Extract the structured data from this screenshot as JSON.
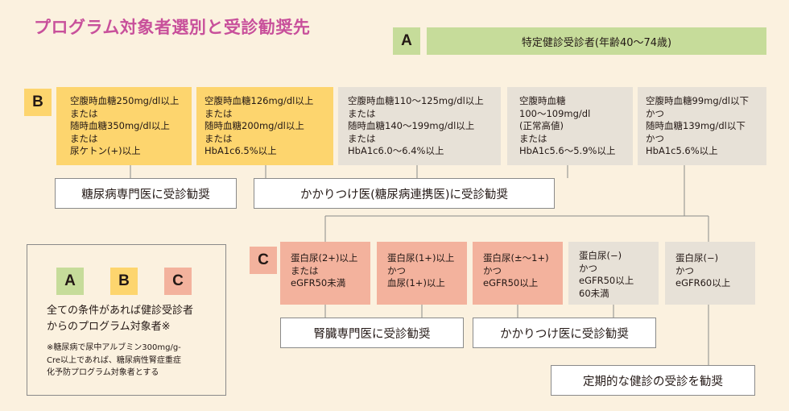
{
  "title": "プログラム対象者選別と受診勧奨先",
  "labels": {
    "a": "A",
    "b": "B",
    "c": "C"
  },
  "target_bar": "特定健診受診者(年齢40〜74歳)",
  "b_criteria": [
    {
      "lines": [
        "空腹時血糖250mg/dl以上",
        "または",
        "随時血糖350mg/dl以上",
        "または",
        "尿ケトン(+)以上"
      ]
    },
    {
      "lines": [
        "空腹時血糖126mg/dl以上",
        "または",
        "随時血糖200mg/dl以上",
        "または",
        "HbA1c6.5%以上"
      ]
    },
    {
      "lines": [
        "空腹時血糖110〜125mg/dl以上",
        "または",
        "随時血糖140〜199mg/dl以上",
        "または",
        "HbA1c6.0〜6.4%以上"
      ]
    },
    {
      "lines": [
        "空腹時血糖",
        "100〜109mg/dl",
        "(正常高値)",
        "または",
        "HbA1c5.6〜5.9%以上"
      ]
    },
    {
      "lines": [
        "空腹時血糖99mg/dl以下",
        "かつ",
        "随時血糖139mg/dl以下",
        "かつ",
        "HbA1c5.6%以上"
      ]
    }
  ],
  "b_outcomes": [
    "糖尿病専門医に受診勧奨",
    "かかりつけ医(糖尿病連携医)に受診勧奨"
  ],
  "c_criteria": [
    {
      "lines": [
        "蛋白尿(2+)以上",
        "または",
        "eGFR50未満"
      ]
    },
    {
      "lines": [
        "蛋白尿(1+)以上",
        "かつ",
        "血尿(1+)以上"
      ]
    },
    {
      "lines": [
        "蛋白尿(±〜1+)",
        "かつ",
        "eGFR50以上"
      ]
    },
    {
      "lines": [
        "蛋白尿(−)",
        "かつ",
        "eGFR50以上",
        "60未満"
      ]
    },
    {
      "lines": [
        "蛋白尿(−)",
        "かつ",
        "eGFR60以上"
      ]
    }
  ],
  "c_outcomes": [
    "腎臓専門医に受診勧奨",
    "かかりつけ医に受診勧奨",
    "定期的な健診の受診を勧奨"
  ],
  "legend": {
    "main": [
      "全ての条件があれば健診受診者",
      "からのプログラム対象者※"
    ],
    "note": [
      "※糖尿病で尿中アルブミン300mg/g-",
      "Cre以上であれば、糖尿病性腎症重症",
      "化予防プログラム対象者とする"
    ]
  },
  "colors": {
    "title": "#c8509b",
    "background": "#fbf1df",
    "a": "#c6dc9a",
    "b": "#fdd56e",
    "c": "#f3b29d",
    "neutral": "#e7e1d7"
  }
}
